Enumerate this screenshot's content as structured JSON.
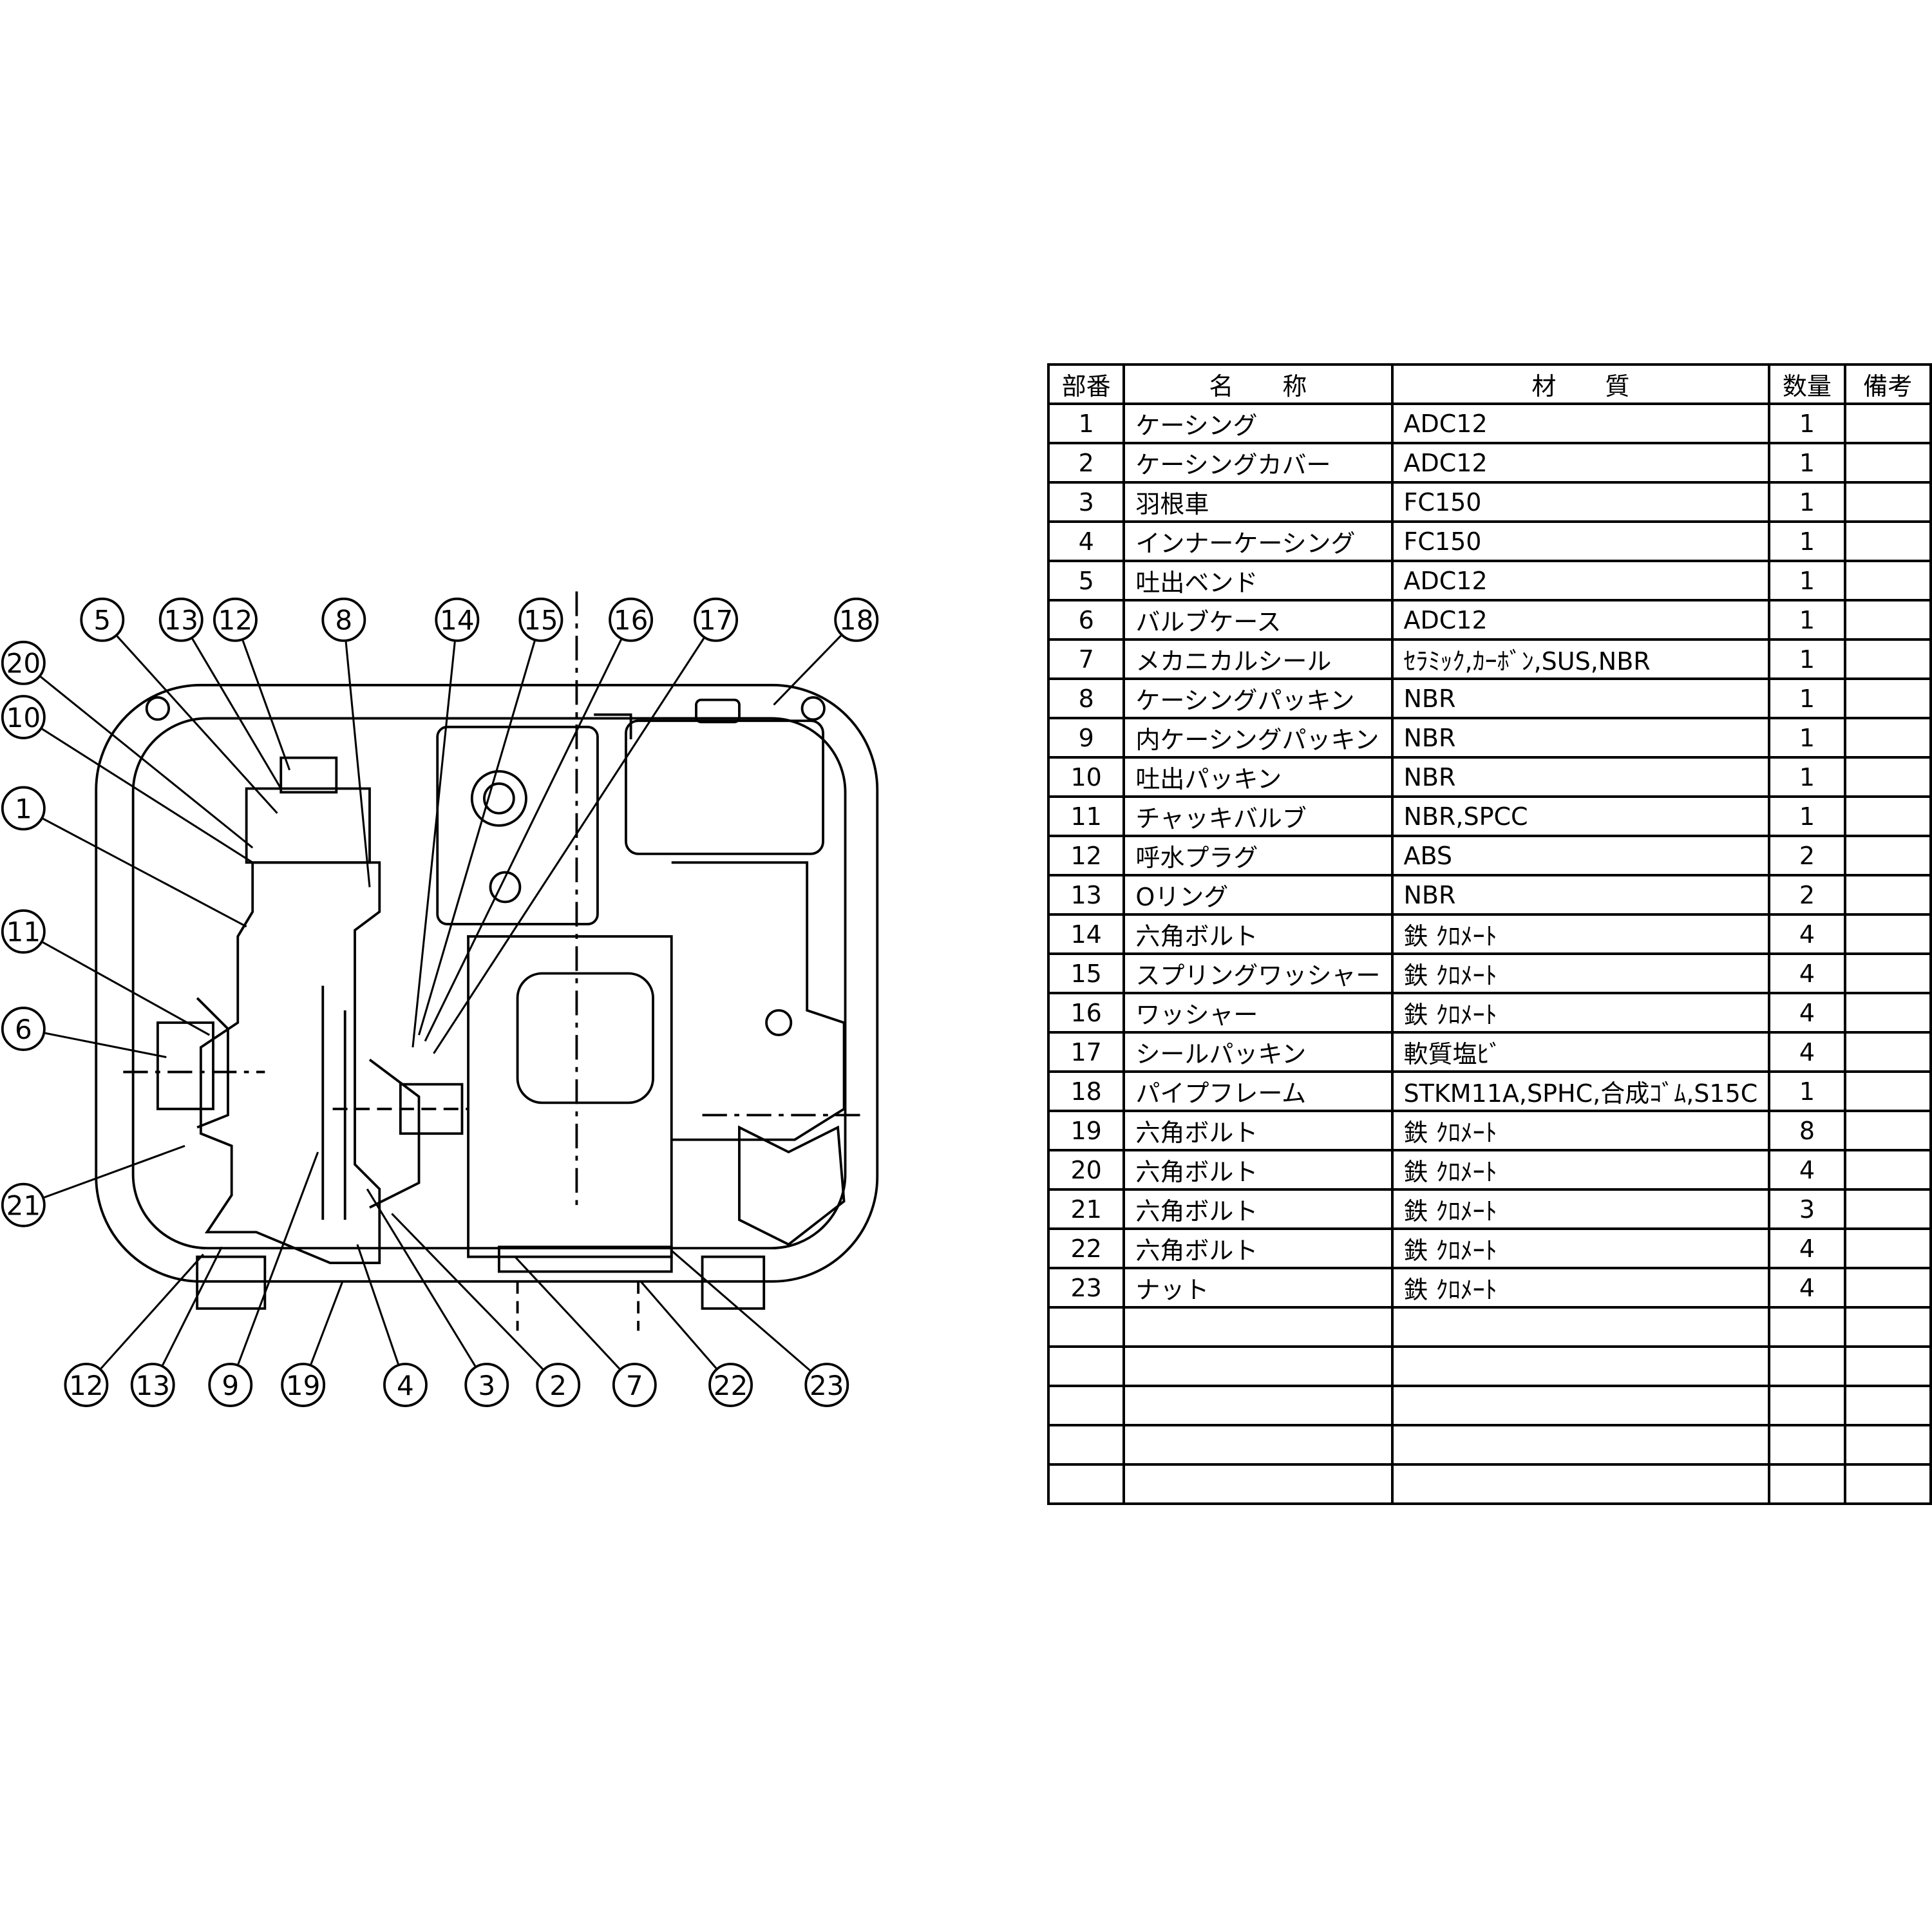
{
  "table": {
    "headers": [
      "部番",
      "名　　称",
      "材　　質",
      "数量",
      "備考"
    ],
    "rows": [
      {
        "no": "1",
        "name": "ケーシング",
        "material": "ADC12",
        "qty": "1",
        "note": ""
      },
      {
        "no": "2",
        "name": "ケーシングカバー",
        "material": "ADC12",
        "qty": "1",
        "note": ""
      },
      {
        "no": "3",
        "name": "羽根車",
        "material": "FC150",
        "qty": "1",
        "note": ""
      },
      {
        "no": "4",
        "name": "インナーケーシング",
        "material": "FC150",
        "qty": "1",
        "note": ""
      },
      {
        "no": "5",
        "name": "吐出ベンド",
        "material": "ADC12",
        "qty": "1",
        "note": ""
      },
      {
        "no": "6",
        "name": "バルブケース",
        "material": "ADC12",
        "qty": "1",
        "note": ""
      },
      {
        "no": "7",
        "name": "メカニカルシール",
        "material": "ｾﾗﾐｯｸ,ｶｰﾎﾞﾝ,SUS,NBR",
        "qty": "1",
        "note": ""
      },
      {
        "no": "8",
        "name": "ケーシングパッキン",
        "material": "NBR",
        "qty": "1",
        "note": ""
      },
      {
        "no": "9",
        "name": "内ケーシングパッキン",
        "material": "NBR",
        "qty": "1",
        "note": ""
      },
      {
        "no": "10",
        "name": "吐出パッキン",
        "material": "NBR",
        "qty": "1",
        "note": ""
      },
      {
        "no": "11",
        "name": "チャッキバルブ",
        "material": "NBR,SPCC",
        "qty": "1",
        "note": ""
      },
      {
        "no": "12",
        "name": "呼水プラグ",
        "material": "ABS",
        "qty": "2",
        "note": ""
      },
      {
        "no": "13",
        "name": "Oリング",
        "material": "NBR",
        "qty": "2",
        "note": ""
      },
      {
        "no": "14",
        "name": "六角ボルト",
        "material": "鉄 ｸﾛﾒｰﾄ",
        "qty": "4",
        "note": ""
      },
      {
        "no": "15",
        "name": "スプリングワッシャー",
        "material": "鉄 ｸﾛﾒｰﾄ",
        "qty": "4",
        "note": ""
      },
      {
        "no": "16",
        "name": "ワッシャー",
        "material": "鉄 ｸﾛﾒｰﾄ",
        "qty": "4",
        "note": ""
      },
      {
        "no": "17",
        "name": "シールパッキン",
        "material": "軟質塩ﾋﾞ",
        "qty": "4",
        "note": ""
      },
      {
        "no": "18",
        "name": "パイプフレーム",
        "material": "STKM11A,SPHC,合成ｺﾞﾑ,S15C",
        "qty": "1",
        "note": ""
      },
      {
        "no": "19",
        "name": "六角ボルト",
        "material": "鉄 ｸﾛﾒｰﾄ",
        "qty": "8",
        "note": ""
      },
      {
        "no": "20",
        "name": "六角ボルト",
        "material": "鉄 ｸﾛﾒｰﾄ",
        "qty": "4",
        "note": ""
      },
      {
        "no": "21",
        "name": "六角ボルト",
        "material": "鉄 ｸﾛﾒｰﾄ",
        "qty": "3",
        "note": ""
      },
      {
        "no": "22",
        "name": "六角ボルト",
        "material": "鉄 ｸﾛﾒｰﾄ",
        "qty": "4",
        "note": ""
      },
      {
        "no": "23",
        "name": "ナット",
        "material": "鉄 ｸﾛﾒｰﾄ",
        "qty": "4",
        "note": ""
      },
      {
        "no": "",
        "name": "",
        "material": "",
        "qty": "",
        "note": ""
      },
      {
        "no": "",
        "name": "",
        "material": "",
        "qty": "",
        "note": ""
      },
      {
        "no": "",
        "name": "",
        "material": "",
        "qty": "",
        "note": ""
      },
      {
        "no": "",
        "name": "",
        "material": "",
        "qty": "",
        "note": ""
      },
      {
        "no": "",
        "name": "",
        "material": "",
        "qty": "",
        "note": ""
      }
    ]
  },
  "callouts": [
    "5",
    "13",
    "12",
    "8",
    "14",
    "15",
    "16",
    "17",
    "18",
    "20",
    "10",
    "1",
    "11",
    "6",
    "21",
    "12",
    "13",
    "9",
    "19",
    "4",
    "3",
    "2",
    "7",
    "22",
    "23"
  ]
}
